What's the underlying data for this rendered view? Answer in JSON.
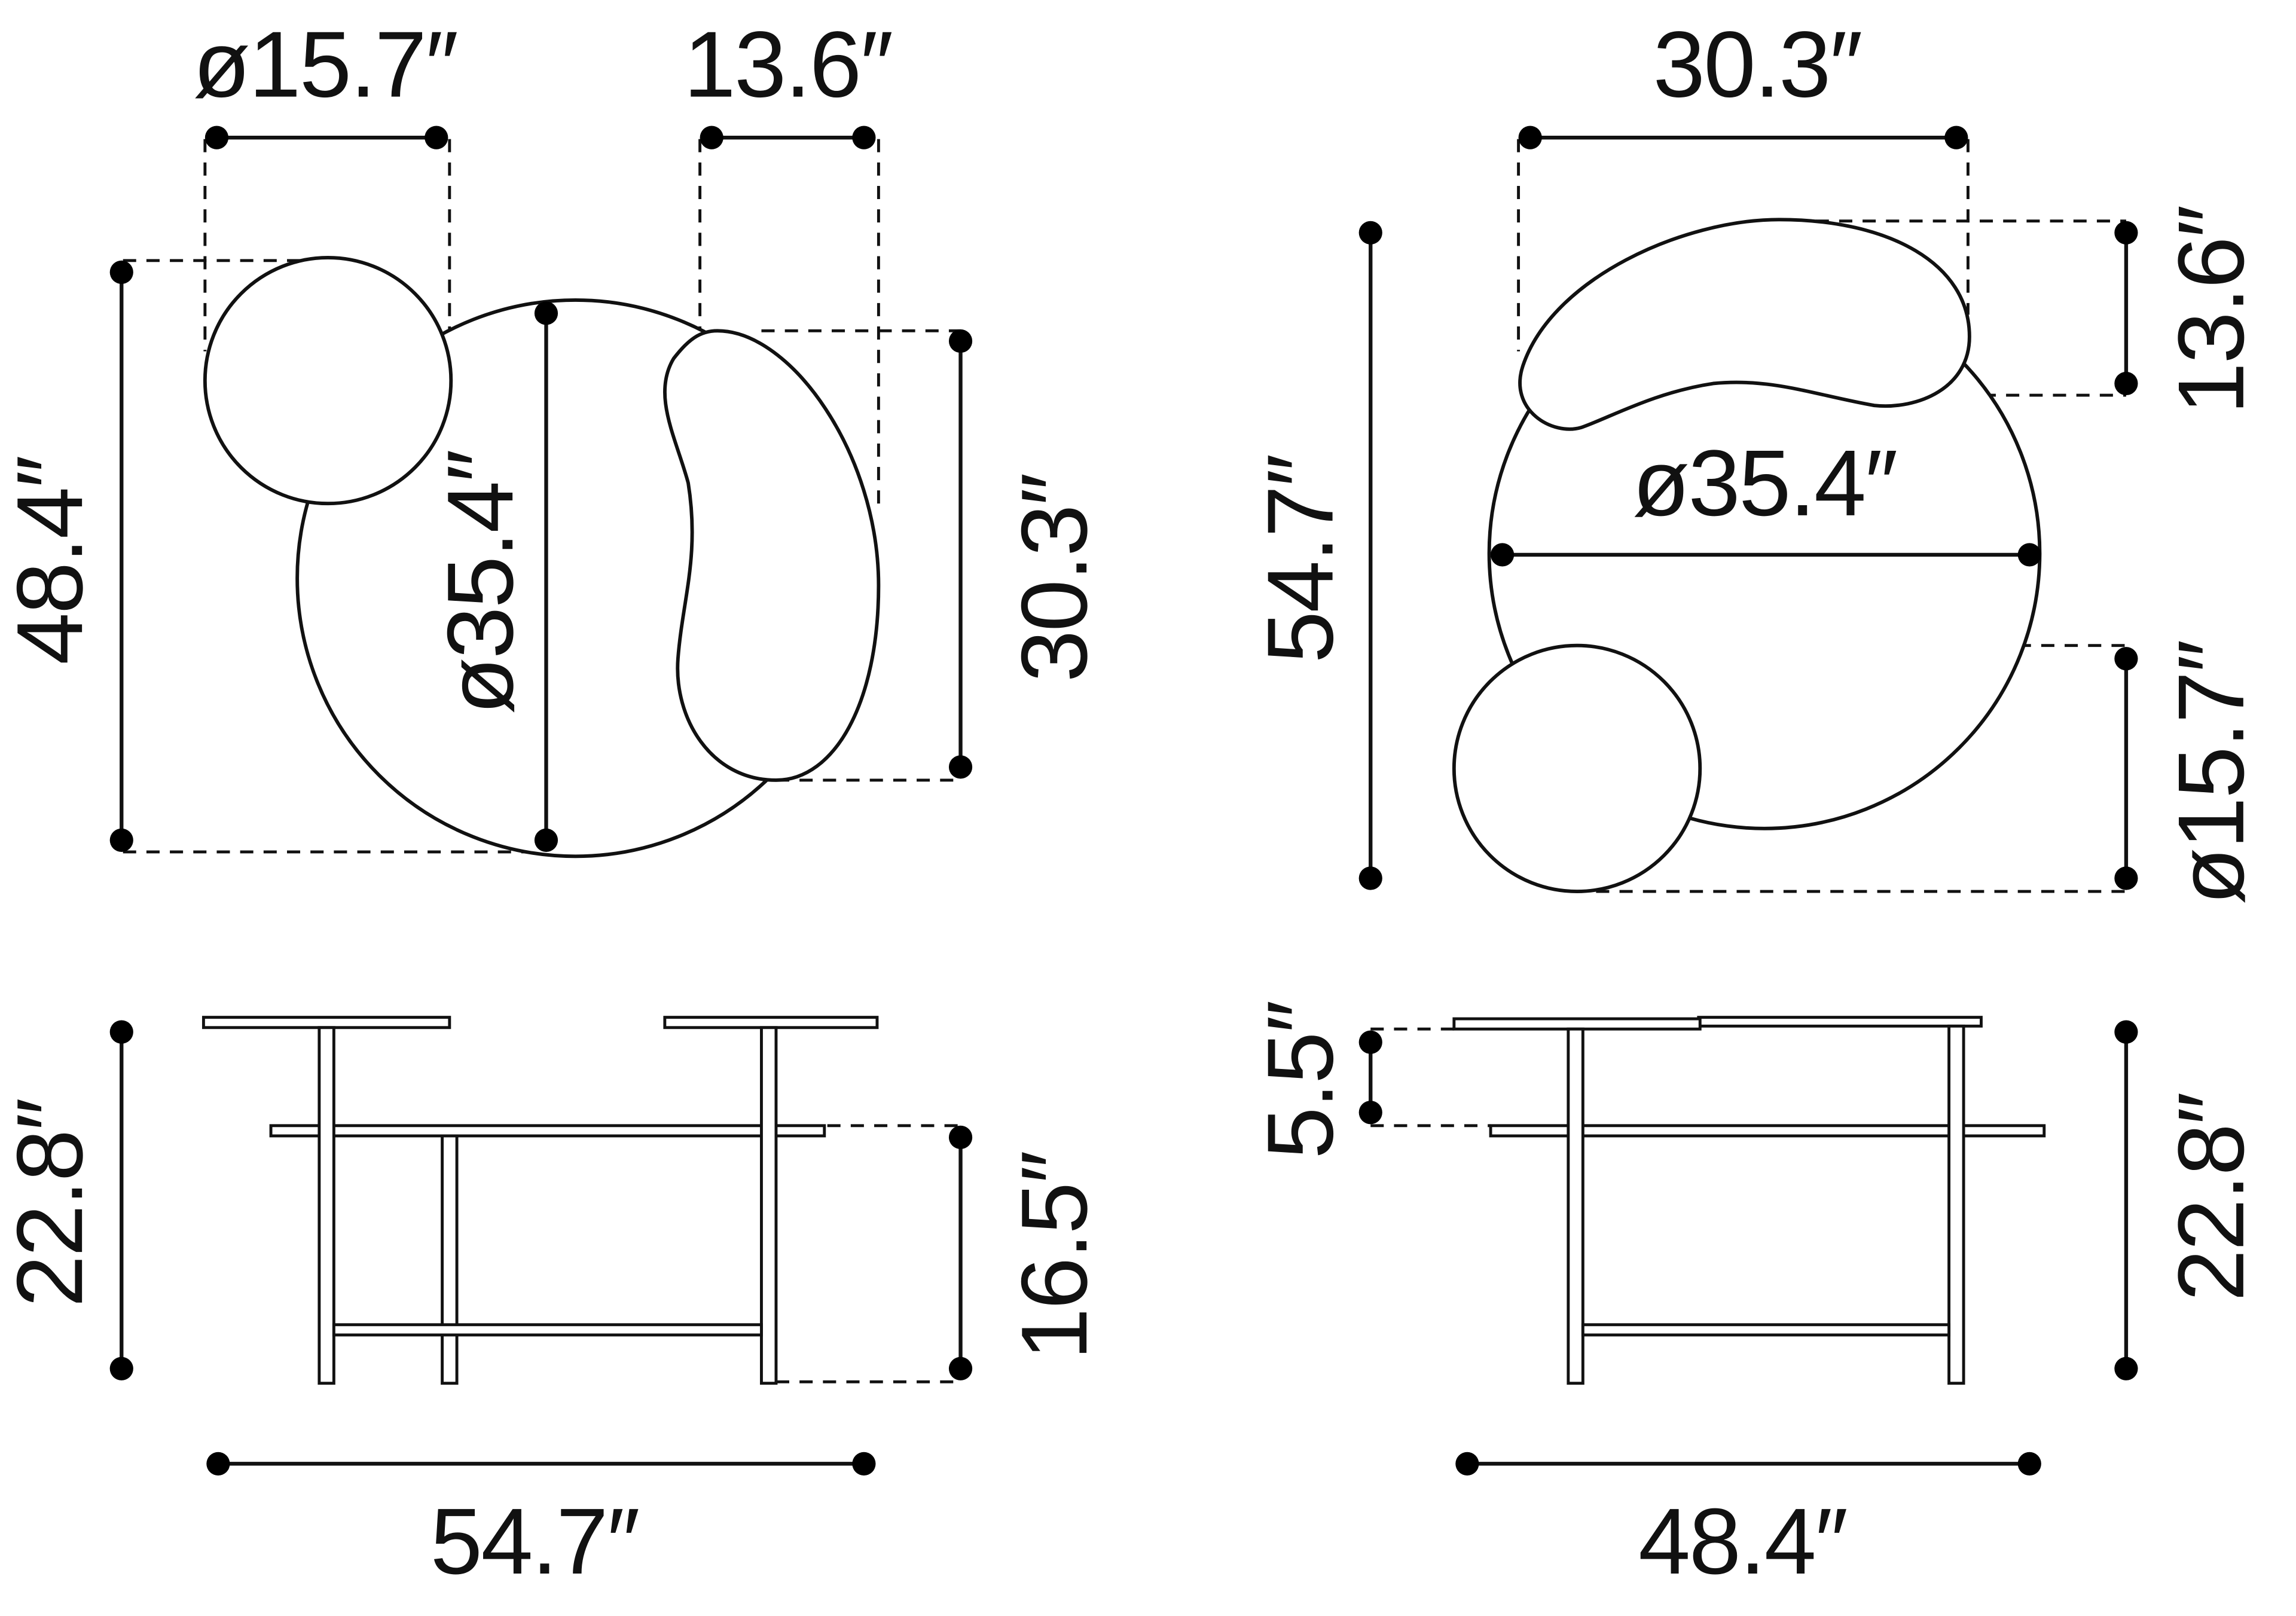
{
  "diagram": {
    "title": "",
    "views": [
      {
        "name": "top-view-front-orientation",
        "labels": {
          "side_table_diameter": "ø15.7″",
          "kidney_table_width": "13.6″",
          "overall_depth": "48.4″",
          "main_table_diameter": "ø35.4″",
          "kidney_table_length": "30.3″"
        }
      },
      {
        "name": "top-view-side-orientation",
        "labels": {
          "kidney_table_length": "30.3″",
          "kidney_table_width": "13.6″",
          "overall_width": "54.7″",
          "main_table_diameter": "ø35.4″",
          "side_table_diameter": "ø15.7″"
        }
      },
      {
        "name": "front-elevation",
        "labels": {
          "overall_height": "22.8″",
          "lower_table_height": "16.5″",
          "overall_width": "54.7″"
        }
      },
      {
        "name": "side-elevation",
        "labels": {
          "height_difference": "5.5″",
          "overall_height": "22.8″",
          "overall_depth": "48.4″"
        }
      }
    ]
  },
  "colors": {
    "line": "#111111",
    "background": "#ffffff"
  }
}
